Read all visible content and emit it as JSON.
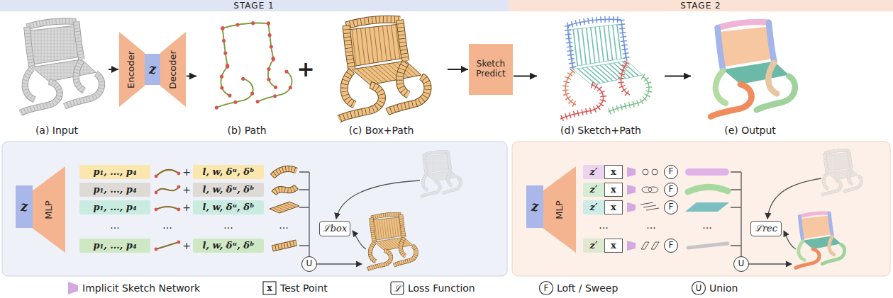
{
  "diagram": {
    "nodes": [
      {
        "text": [
          "(a) Input"
        ]
      },
      {
        "text": [
          "Encoder"
        ]
      },
      {
        "text": [
          "z"
        ]
      },
      {
        "text": [
          "Decoder"
        ]
      },
      {
        "text": [
          "(b) Path"
        ]
      },
      {
        "text": [
          "(c) Box+Path"
        ]
      },
      {
        "text": [
          "Sketch Predict"
        ]
      },
      {
        "text": [
          "(d) Sketch+Path"
        ]
      },
      {
        "text": [
          "(e) Output"
        ]
      },
      {
        "text": [
          "z"
        ]
      },
      {
        "text": [
          "MLP"
        ]
      },
      {
        "text": [
          "p₁, ..., p₄"
        ]
      },
      {
        "text": [
          "p₁, ..., p₄"
        ]
      },
      {
        "text": [
          "p₁, ..., p₄"
        ]
      },
      {
        "text": [
          "p₁, ..., p₄"
        ]
      },
      {
        "text": [
          "l, w, δᵘ, δᵇ"
        ]
      },
      {
        "text": [
          "l, w, δᵘ, δᵇ"
        ]
      },
      {
        "text": [
          "l, w, δᵘ, δᵇ"
        ]
      },
      {
        "text": [
          "l, w, δᵘ, δᵇ"
        ]
      },
      {
        "text": [
          "ℒbox"
        ]
      },
      {
        "text": [
          "U"
        ]
      },
      {
        "text": [
          "z"
        ]
      },
      {
        "text": [
          "MLP"
        ]
      },
      {
        "text": [
          "z′"
        ]
      },
      {
        "text": [
          "z′"
        ]
      },
      {
        "text": [
          "z′"
        ]
      },
      {
        "text": [
          "z′"
        ]
      },
      {
        "text": [
          "x"
        ]
      },
      {
        "text": [
          "x"
        ]
      },
      {
        "text": [
          "x"
        ]
      },
      {
        "text": [
          "x"
        ]
      },
      {
        "text": [
          "F"
        ]
      },
      {
        "text": [
          "F"
        ]
      },
      {
        "text": [
          "F"
        ]
      },
      {
        "text": [
          "F"
        ]
      },
      {
        "text": [
          "ℒrec"
        ]
      },
      {
        "text": [
          "U"
        ]
      }
    ],
    "edges": [
      {
        "from": 0,
        "to": 1,
        "arrow": "to"
      },
      {
        "from": 3,
        "to": 4,
        "arrow": "to"
      },
      {
        "from": 5,
        "to": 6,
        "arrow": "to"
      },
      {
        "from": 6,
        "to": 7,
        "arrow": "to"
      },
      {
        "from": 7,
        "to": 8,
        "arrow": "to"
      }
    ],
    "labels": [
      "STAGE 1",
      "STAGE 2",
      "+",
      "+",
      "+",
      "+",
      "+",
      "...",
      "...",
      "...",
      "...",
      "...",
      "...",
      "...",
      "x",
      "ℒ",
      "F",
      "U"
    ],
    "legend": [
      {
        "text": "Implicit Sketch Network",
        "color": "#d4a9e2"
      },
      {
        "text": "Test Point"
      },
      {
        "text": "Loss Function"
      },
      {
        "text": "Loft / Sweep"
      },
      {
        "text": "Union"
      }
    ]
  }
}
